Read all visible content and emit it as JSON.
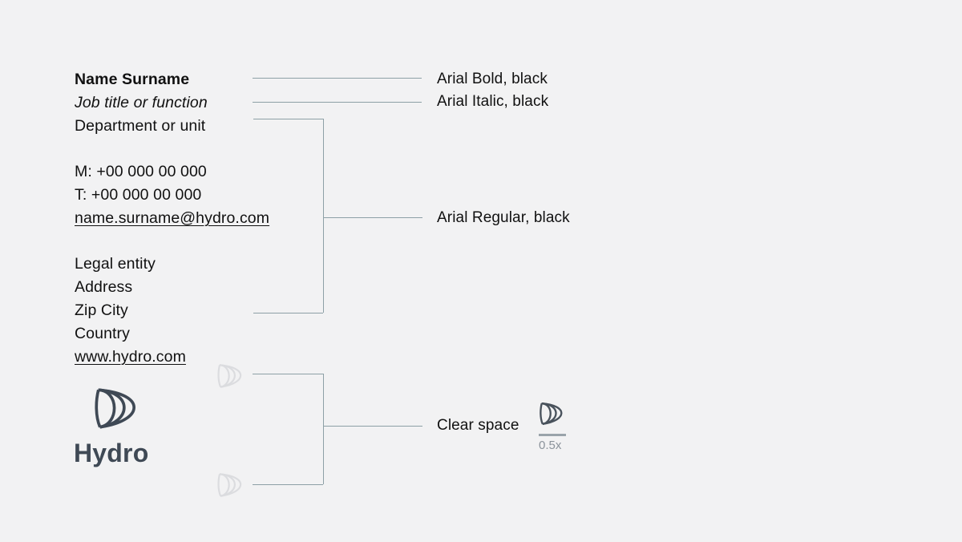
{
  "page": {
    "description_title": "Email signature specification",
    "background_color": "#f2f2f3"
  },
  "signature": {
    "name": "Name Surname",
    "job_title": "Job title or function",
    "department": "Department or unit",
    "mobile": "M: +00 000 00 000",
    "phone": "T: +00 000 00 000",
    "email": "name.surname@hydro.com",
    "legal_entity": "Legal entity",
    "address": "Address",
    "zip_city": "Zip City",
    "country": "Country",
    "website": "www.hydro.com"
  },
  "annotations": {
    "bold_label": "Arial Bold, black",
    "italic_label": "Arial Italic, black",
    "regular_label": "Arial Regular, black",
    "clear_space_label": "Clear space",
    "clear_space_ratio": "0.5x"
  },
  "logo": {
    "wordmark": "Hydro",
    "icon": "hydro-crescents-icon",
    "color": "#3f4955",
    "ghost_color": "#dbdcdf"
  },
  "colors": {
    "callout_line": "#8da0a6",
    "text": "#111111",
    "measure_bar": "#9aa3aa",
    "muted_text": "#8b939b"
  }
}
